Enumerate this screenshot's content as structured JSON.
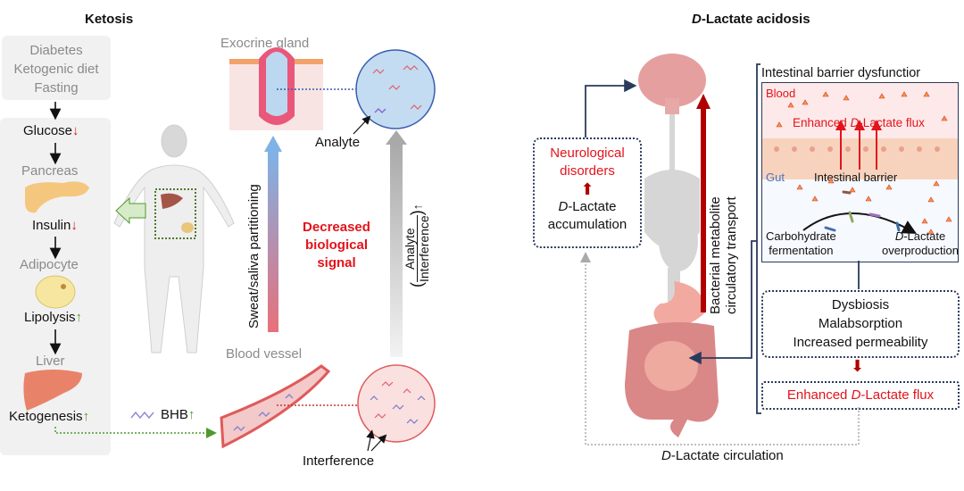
{
  "left_panel": {
    "title": "Ketosis",
    "causes": [
      "Diabetes",
      "Ketogenic diet",
      "Fasting"
    ],
    "chain": [
      {
        "label": "Glucose",
        "trend": "down",
        "organ": null
      },
      {
        "label": "Insulin",
        "trend": "down",
        "organ": "Pancreas"
      },
      {
        "label": "Lipolysis",
        "trend": "up",
        "organ": "Adipocyte"
      },
      {
        "label": "Ketogenesis",
        "trend": "up",
        "organ": "Liver"
      }
    ],
    "bhb_label": "BHB",
    "exocrine_label": "Exocrine gland",
    "blood_vessel_label": "Blood vessel",
    "partition_label": "Sweat/saliva partitioning",
    "signal_label_lines": [
      "Decreased",
      "biological",
      "signal"
    ],
    "analyte_label": "Analyte",
    "interference_label": "Interference",
    "ratio_numerator": "Analyte",
    "ratio_denominator": "Interference"
  },
  "right_panel": {
    "title_italic": "D",
    "title_rest": "-Lactate acidosis",
    "neuro_box": {
      "line1": "Neurological",
      "line2": "disorders",
      "bottom_italic": "D",
      "bottom_rest": "-Lactate",
      "bottom_line2": "accumulation"
    },
    "transport_label_lines": [
      "Bacterial metabolite",
      "circulatory transport"
    ],
    "barrier_box": {
      "title": "Intestinal barrier dysfunctior",
      "blood_label": "Blood",
      "flux_label_pre": "Enhanced ",
      "flux_label_italic": "D",
      "flux_label_post": "-Lactate flux",
      "barrier_label": "Intestinal barrier",
      "gut_label": "Gut",
      "carb_lines": [
        "Carbohydrate",
        "fermentation"
      ],
      "overprod_italic": "D",
      "overprod_rest": "-Lactate",
      "overprod_line2": "overproduction"
    },
    "causes_box": [
      "Dysbiosis",
      "Malabsorption",
      "Increased permeability"
    ],
    "flux_box": {
      "pre": "Enhanced ",
      "italic": "D",
      "post": "-Lactate flux"
    },
    "circulation_italic": "D",
    "circulation_rest": "-Lactate circulation"
  },
  "colors": {
    "red": "#e3131b",
    "dark_red": "#b00000",
    "navy": "#2a3a5c",
    "green": "#4e9a2e",
    "gray_text": "#8a8a8a"
  }
}
